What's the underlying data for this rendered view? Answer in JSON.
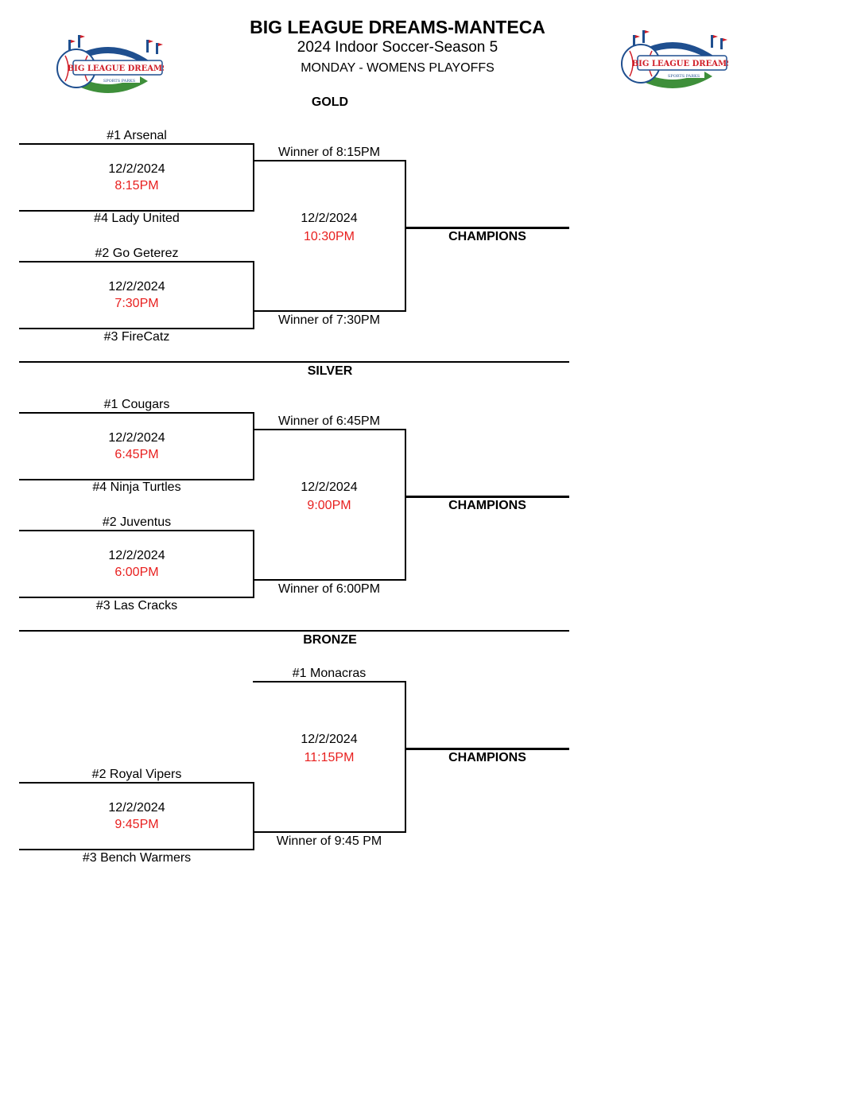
{
  "header": {
    "title": "BIG LEAGUE DREAMS-MANTECA",
    "subtitle": "2024 Indoor Soccer-Season 5",
    "league": "MONDAY - WOMENS PLAYOFFS",
    "logo_text_top": "BIG LEAGUE DREAMS",
    "logo_text_bottom": "SPORTS PARKS"
  },
  "colors": {
    "time": "#e8201f",
    "logo_blue": "#1f4f8f",
    "logo_red": "#d0202a",
    "logo_green": "#3e8f3a"
  },
  "gold": {
    "label": "GOLD",
    "semi1": {
      "top": "#1 Arsenal",
      "date": "12/2/2024",
      "time": "8:15PM",
      "bottom": "#4 Lady United"
    },
    "semi2": {
      "top": "#2 Go Geterez",
      "date": "12/2/2024",
      "time": "7:30PM",
      "bottom": "#3 FireCatz"
    },
    "final": {
      "top": "Winner of 8:15PM",
      "date": "12/2/2024",
      "time": "10:30PM",
      "bottom": "Winner of 7:30PM"
    },
    "champions": "CHAMPIONS"
  },
  "silver": {
    "label": "SILVER",
    "semi1": {
      "top": "#1 Cougars",
      "date": "12/2/2024",
      "time": "6:45PM",
      "bottom": "#4 Ninja Turtles"
    },
    "semi2": {
      "top": "#2 Juventus",
      "date": "12/2/2024",
      "time": "6:00PM",
      "bottom": "#3 Las Cracks"
    },
    "final": {
      "top": "Winner of 6:45PM",
      "date": "12/2/2024",
      "time": "9:00PM",
      "bottom": "Winner of 6:00PM"
    },
    "champions": "CHAMPIONS"
  },
  "bronze": {
    "label": "BRONZE",
    "semi": {
      "top": "#2 Royal Vipers",
      "date": "12/2/2024",
      "time": "9:45PM",
      "bottom": "#3 Bench Warmers"
    },
    "final": {
      "top": "#1 Monacras",
      "date": "12/2/2024",
      "time": "11:15PM",
      "bottom": "Winner of 9:45 PM"
    },
    "champions": "CHAMPIONS"
  }
}
